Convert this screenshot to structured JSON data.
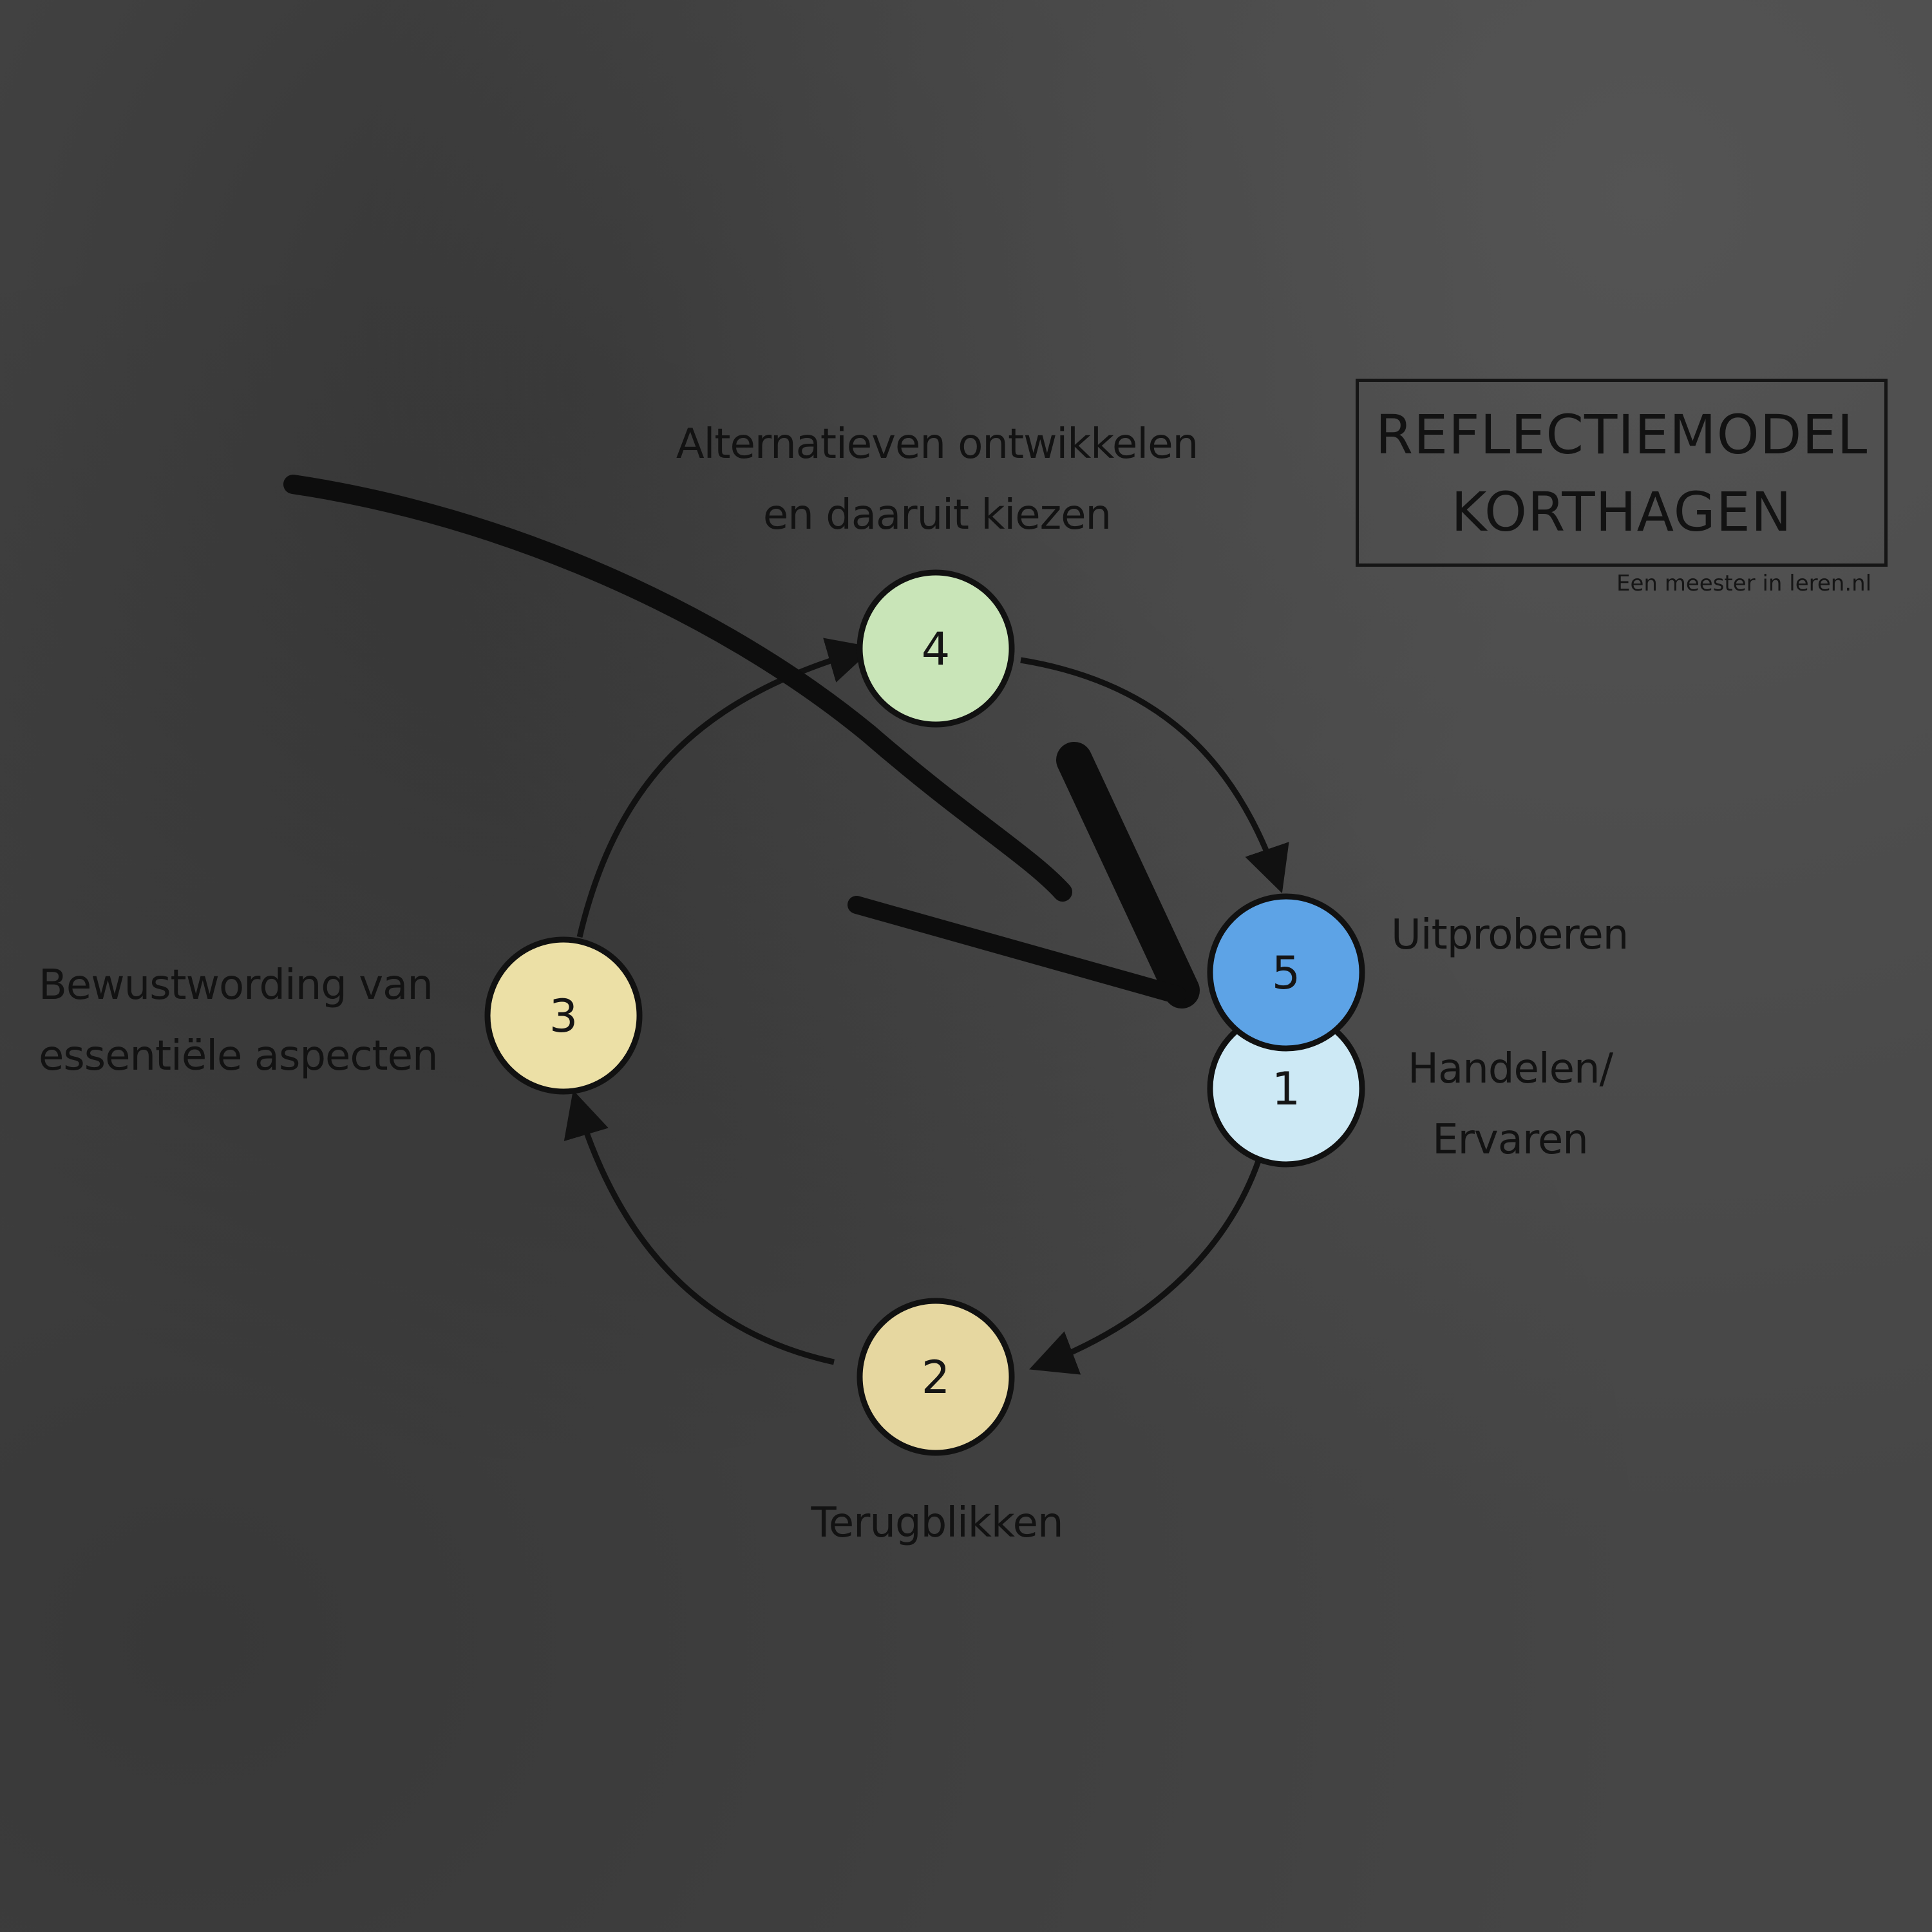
{
  "title": {
    "line1": "REFLECTIEMODEL",
    "line2": "KORTHAGEN"
  },
  "credit": "Een meester in leren.nl",
  "cycle": [
    {
      "id": "1",
      "number": "1",
      "label_lines": [
        "Handelen/",
        "Ervaren"
      ],
      "color": "#cde9f5"
    },
    {
      "id": "2",
      "number": "2",
      "label_lines": [
        "Terugblikken"
      ],
      "color": "#e6d7a0"
    },
    {
      "id": "3",
      "number": "3",
      "label_lines": [
        "Bewustwording van",
        "essentiële aspecten"
      ],
      "color": "#ece0a6"
    },
    {
      "id": "4",
      "number": "4",
      "label_lines": [
        "Alternatieven ontwikkelen",
        "en daaruit kiezen"
      ],
      "color": "#c9e5b8"
    },
    {
      "id": "5",
      "number": "5",
      "label_lines": [
        "Uitproberen"
      ],
      "color": "#5da3e6"
    }
  ],
  "colors": {
    "background": "#464646",
    "stroke": "#111111"
  }
}
